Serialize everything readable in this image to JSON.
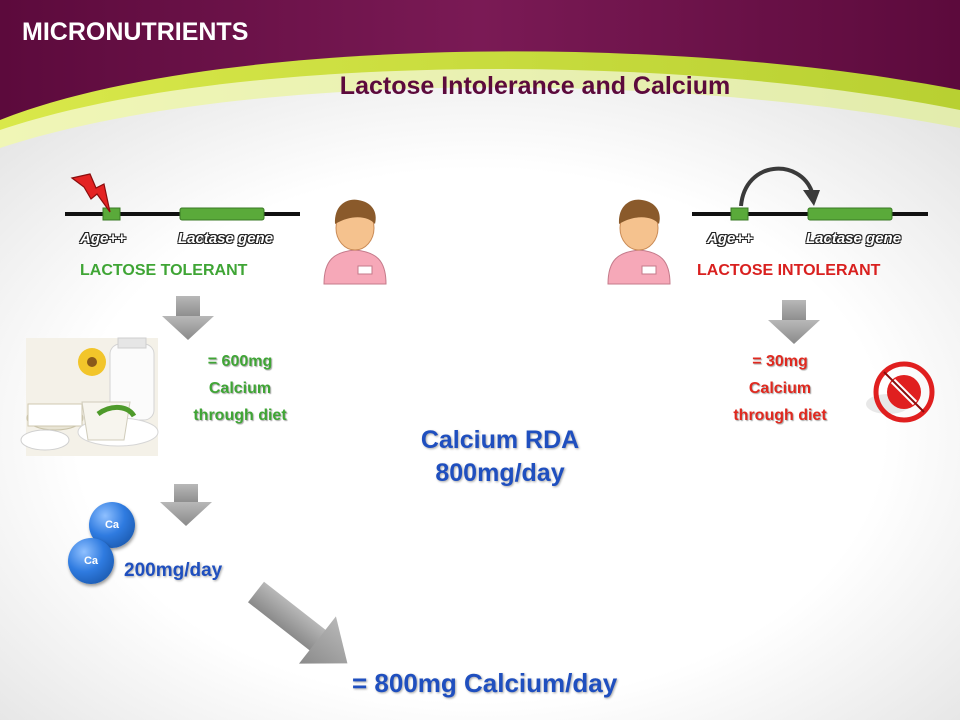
{
  "header": {
    "title": "MICRONUTRIENTS"
  },
  "slide": {
    "title": "Lactose Intolerance and Calcium"
  },
  "left_panel": {
    "gene_labels": {
      "age": "Age++",
      "lactase": "Lactase gene"
    },
    "status": "LACTOSE TOLERANT",
    "diet": {
      "line1": "= 600mg",
      "line2": "Calcium",
      "line3": "through diet"
    },
    "supplement": {
      "ball_label": "Ca",
      "amount": "200mg/day"
    }
  },
  "right_panel": {
    "gene_labels": {
      "age": "Age++",
      "lactase": "Lactase gene"
    },
    "status": "LACTOSE INTOLERANT",
    "diet": {
      "line1": "= 30mg",
      "line2": "Calcium",
      "line3": "through diet"
    }
  },
  "center": {
    "rda_line1": "Calcium RDA",
    "rda_line2": "800mg/day"
  },
  "total": "= 800mg Calcium/day",
  "colors": {
    "header_plum": "#6b0f47",
    "title": "#5c0a3c",
    "accent_green": "#3fa535",
    "accent_red": "#d9201f",
    "accent_blue": "#1f4fbf",
    "swoosh_lime": "#c8dc3a"
  },
  "icons": [
    "lightning-icon",
    "curved-arrow-icon",
    "person-icon",
    "down-arrow-icon",
    "no-dairy-icon",
    "calcium-ball-icon",
    "diagonal-arrow-icon"
  ]
}
